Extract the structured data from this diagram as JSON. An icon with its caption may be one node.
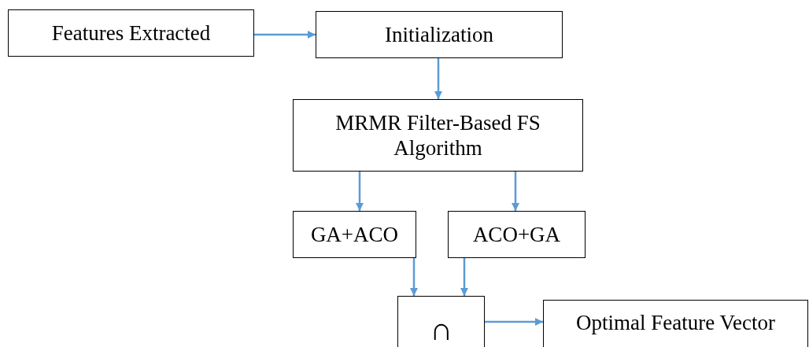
{
  "diagram": {
    "nodes": [
      {
        "text": [
          "Features Extracted"
        ]
      },
      {
        "text": [
          "Initialization"
        ]
      },
      {
        "text": [
          "MRMR Filter-Based FS Algorithm"
        ]
      },
      {
        "text": [
          "GA+ACO"
        ]
      },
      {
        "text": [
          "ACO+GA"
        ]
      },
      {
        "text": [
          "∩"
        ]
      },
      {
        "text": [
          "Optimal Feature Vector"
        ]
      }
    ],
    "edges": [
      {
        "from": 0,
        "to": 1,
        "arrow": "to"
      },
      {
        "from": 1,
        "to": 2,
        "arrow": "to"
      },
      {
        "from": 2,
        "to": 3,
        "arrow": "to"
      },
      {
        "from": 2,
        "to": 4,
        "arrow": "to"
      },
      {
        "from": 3,
        "to": 5,
        "arrow": "to"
      },
      {
        "from": 4,
        "to": 5,
        "arrow": "to"
      },
      {
        "from": 5,
        "to": 6,
        "arrow": "to"
      }
    ]
  }
}
